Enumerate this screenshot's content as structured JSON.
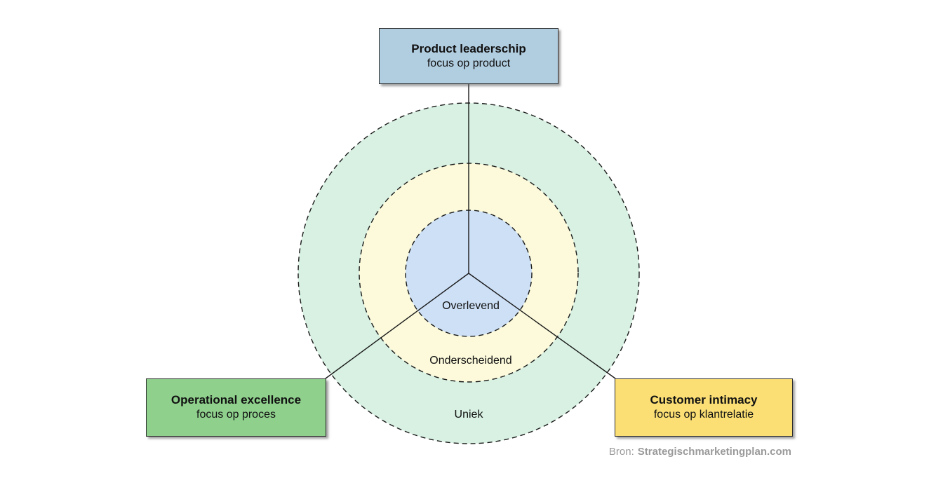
{
  "boxes": {
    "product": {
      "title": "Product leaderschip",
      "subtitle": "focus op product",
      "fill": "#b1cde0"
    },
    "operational": {
      "title": "Operational excellence",
      "subtitle": "focus op proces",
      "fill": "#8fd08d"
    },
    "customer": {
      "title": "Customer intimacy",
      "subtitle": "focus op klantrelatie",
      "fill": "#fbdf75"
    }
  },
  "rings": [
    {
      "label": "Overlevend",
      "fill": "#cde0f6"
    },
    {
      "label": "Onderscheidend",
      "fill": "#fcfadb"
    },
    {
      "label": "Uniek",
      "fill": "#d8f1e3"
    }
  ],
  "source": {
    "prefix": "Bron:",
    "name": "Strategischmarketingplan.com"
  }
}
